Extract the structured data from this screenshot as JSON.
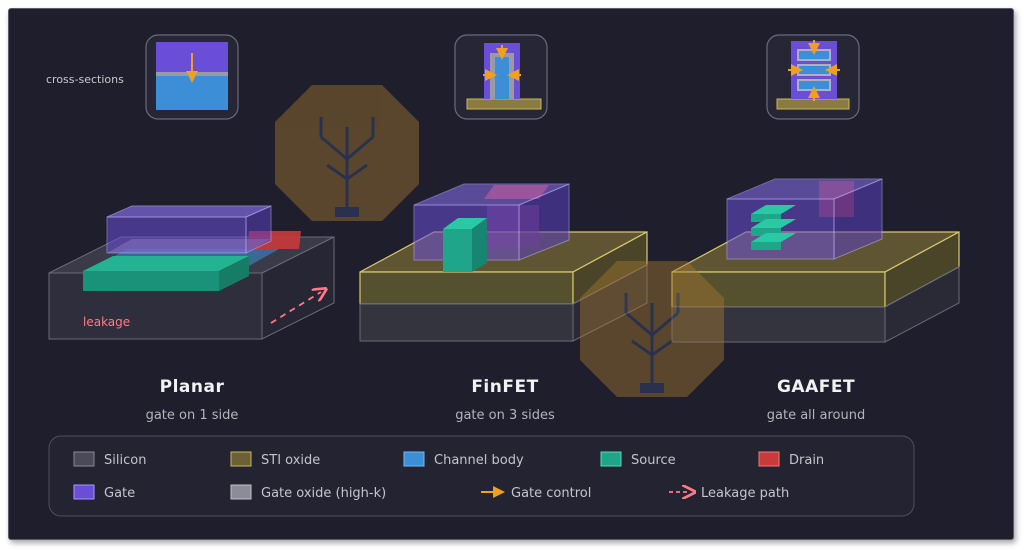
{
  "annotations": {
    "cross_sections": "cross-sections",
    "leakage": "leakage"
  },
  "transistors": [
    {
      "title": "Planar",
      "subtitle": "gate on 1 side"
    },
    {
      "title": "FinFET",
      "subtitle": "gate on 3 sides"
    },
    {
      "title": "GAAFET",
      "subtitle": "gate all around"
    }
  ],
  "legend": [
    {
      "label": "Silicon",
      "color": "#4a4a58"
    },
    {
      "label": "STI oxide",
      "color": "#6b6036"
    },
    {
      "label": "Channel body",
      "color": "#3c8fd6"
    },
    {
      "label": "Source",
      "color": "#1fa58a"
    },
    {
      "label": "Drain",
      "color": "#c93a3a"
    },
    {
      "label": "Gate",
      "color": "#6a4ed8"
    },
    {
      "label": "Gate oxide (high-k)",
      "color": "#8c8c98"
    },
    {
      "label": "Gate control",
      "color": "#f0a020"
    },
    {
      "label": "Leakage path",
      "color": "#ff7a88"
    }
  ]
}
